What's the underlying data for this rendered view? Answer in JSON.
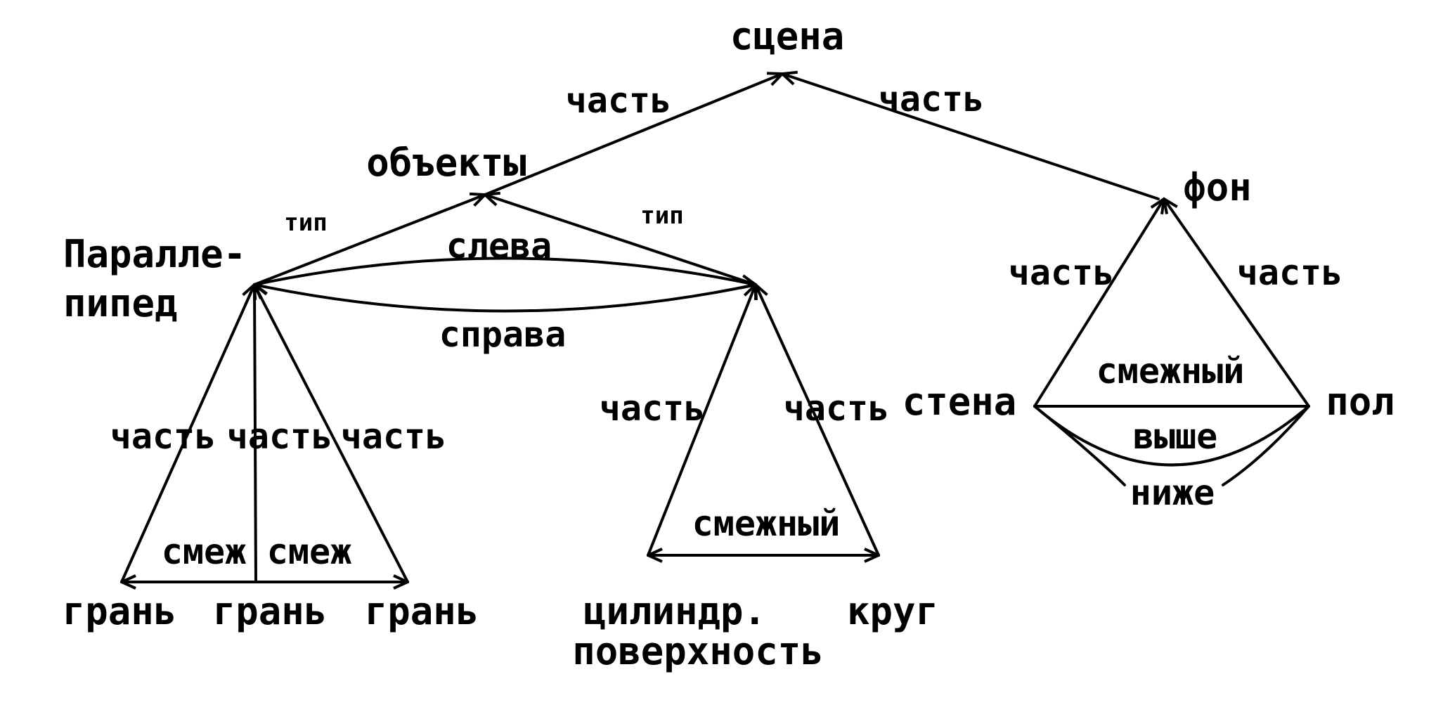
{
  "nodes": {
    "scene": "сцена",
    "objects": "объекты",
    "background": "фон",
    "parallelepiped_line1": "Паралле-",
    "parallelepiped_line2": "пипед",
    "face_left": "грань",
    "face_middle": "грань",
    "face_right": "грань",
    "cylinder_line1": "цилиндр.",
    "cylinder_line2": "поверхность",
    "circle": "круг",
    "wall": "стена",
    "floor": "пол"
  },
  "edges": {
    "objects_part": "часть",
    "background_part": "часть",
    "parallelepiped_type": "тип",
    "cylinder_type": "тип",
    "left_of": "слева",
    "right_of": "справа",
    "face_left_part": "часть",
    "face_middle_part": "часть",
    "face_right_part": "часть",
    "adjacent_left": "смеж",
    "adjacent_right": "смеж",
    "cylinder_part": "часть",
    "circle_part": "часть",
    "cylinder_circle_adjacent": "смежный",
    "wall_part": "часть",
    "floor_part": "часть",
    "wall_floor_adjacent": "смежный",
    "above": "выше",
    "below": "ниже"
  },
  "colors": {
    "ink": "#000000",
    "background": "#ffffff"
  }
}
